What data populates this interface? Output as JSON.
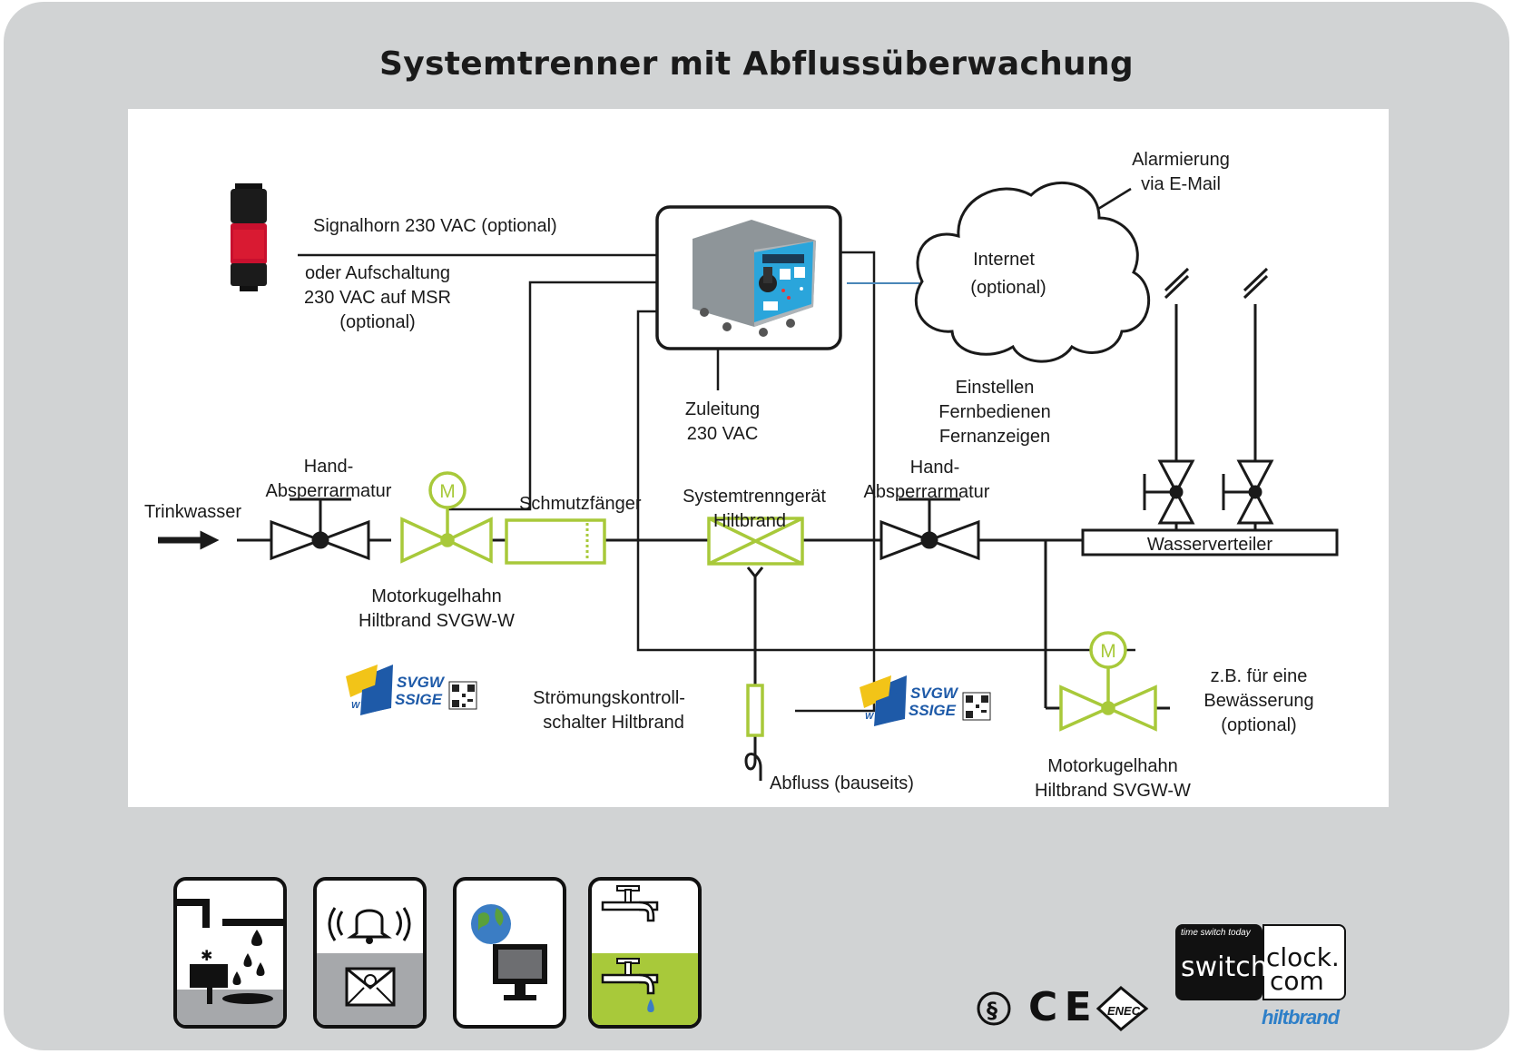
{
  "title": "Systemtrenner mit Abflussüberwachung",
  "labels": {
    "signalhorn": "Signalhorn 230 VAC (optional)",
    "aufschaltung": [
      "oder Aufschaltung",
      "230 VAC auf MSR",
      "(optional)"
    ],
    "alarmierung": [
      "Alarmierung",
      "via E-Mail"
    ],
    "internet": [
      "Internet",
      "(optional)"
    ],
    "zuleitung": [
      "Zuleitung",
      "230 VAC"
    ],
    "einstellen": [
      "Einstellen",
      "Fernbedienen",
      "Fernanzeigen"
    ],
    "trinkwasser": "Trinkwasser",
    "hand_absperr_1": [
      "Hand-",
      "Absperrarmatur"
    ],
    "hand_absperr_2": [
      "Hand-",
      "Absperrarmatur"
    ],
    "schmutzfaenger": "Schmutzfänger",
    "systemtrenngeraet": [
      "Systemtrenngerät",
      "Hiltbrand"
    ],
    "wasserverteiler": "Wasserverteiler",
    "motorkugelhahn_1": [
      "Motorkugelhahn",
      "Hiltbrand SVGW-W"
    ],
    "motorkugelhahn_2": [
      "Motorkugelhahn",
      "Hiltbrand SVGW-W"
    ],
    "stroemungskontroll": [
      "Strömungskontroll-",
      "schalter Hiltbrand"
    ],
    "abfluss": "Abfluss (bauseits)",
    "bewaesserung": [
      "z.B. für eine",
      "Bewässerung",
      "(optional)"
    ],
    "motor_symbol": "M"
  },
  "svgw_logo": {
    "top": "SVGW",
    "bottom": "SSIGE",
    "mark": "W"
  },
  "bottom_icons": [
    {
      "name": "leak-detection-icon"
    },
    {
      "name": "alarm-email-icon"
    },
    {
      "name": "internet-monitor-icon"
    },
    {
      "name": "water-tap-icon"
    }
  ],
  "certifications": {
    "ce": "C E",
    "enec": "ENEC"
  },
  "brand": {
    "tagline": "time switch today",
    "switch": "switch",
    "clock": "clock.",
    "com": "com",
    "hiltbrand": "hiltbrand"
  },
  "colors": {
    "background": "#d1d3d4",
    "line": "#1a1a1a",
    "accent_green": "#a8c93a",
    "logo_blue": "#1e5aa8",
    "hiltbrand_blue": "#2e7fc8"
  }
}
